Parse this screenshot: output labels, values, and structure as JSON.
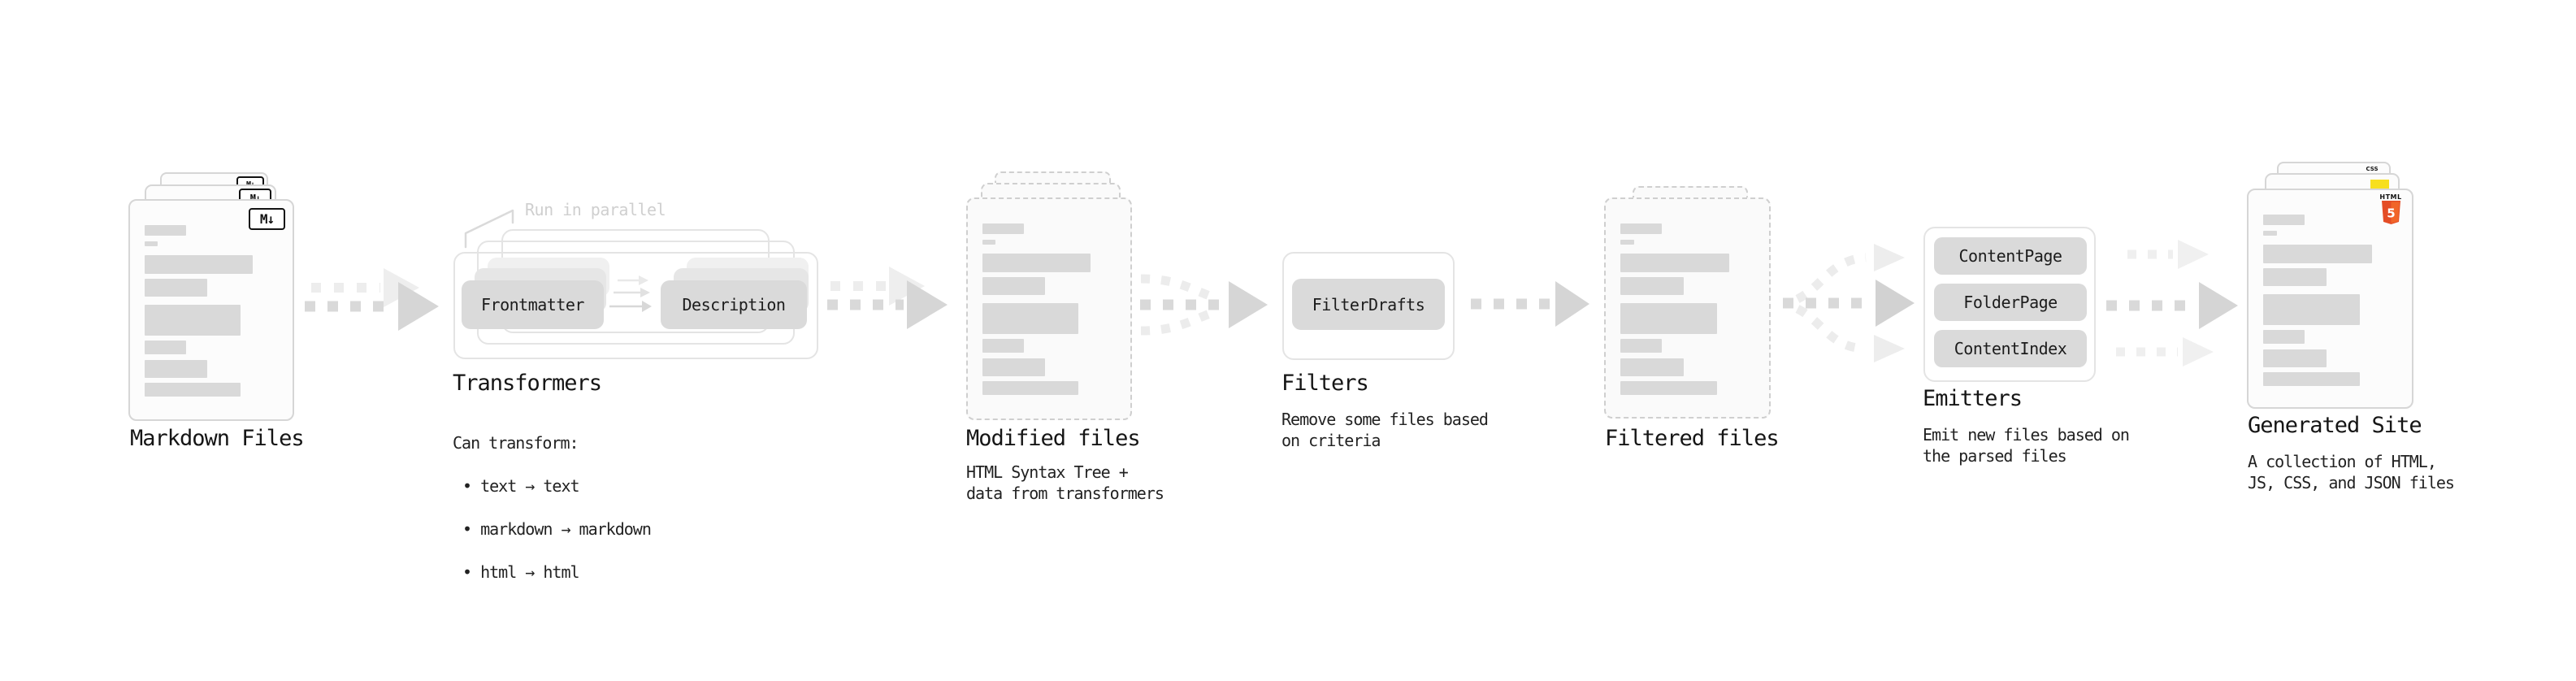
{
  "stages": [
    {
      "title": "Markdown Files"
    },
    {
      "title": "Transformers",
      "annotation": "Run in parallel",
      "pills": [
        "Frontmatter",
        "Description"
      ],
      "desc_lead": "Can transform:",
      "bullets": [
        "text → text",
        "markdown → markdown",
        "html → html"
      ]
    },
    {
      "title": "Modified files",
      "desc": "HTML Syntax Tree +\ndata from transformers"
    },
    {
      "title": "Filters",
      "desc": "Remove some files based\non criteria",
      "pills": [
        "FilterDrafts"
      ]
    },
    {
      "title": "Filtered files"
    },
    {
      "title": "Emitters",
      "desc": "Emit new files based on\nthe parsed files",
      "pills": [
        "ContentPage",
        "FolderPage",
        "ContentIndex"
      ]
    },
    {
      "title": "Generated Site",
      "desc": "A collection of HTML,\nJS, CSS, and JSON files"
    }
  ],
  "icons": {
    "markdown": "M↓",
    "html5_label": "HTML",
    "html5_glyph": "5",
    "css_label": "CSS"
  },
  "colors": {
    "html5_orange": "#e44d26",
    "html5_orange_light": "#f16529",
    "js_yellow": "#f7df1e",
    "css_blue": "#2965f1",
    "arrow_gray": "#d9d9d9",
    "ghost_gray": "#ededed",
    "pill_gray": "#dadada"
  }
}
